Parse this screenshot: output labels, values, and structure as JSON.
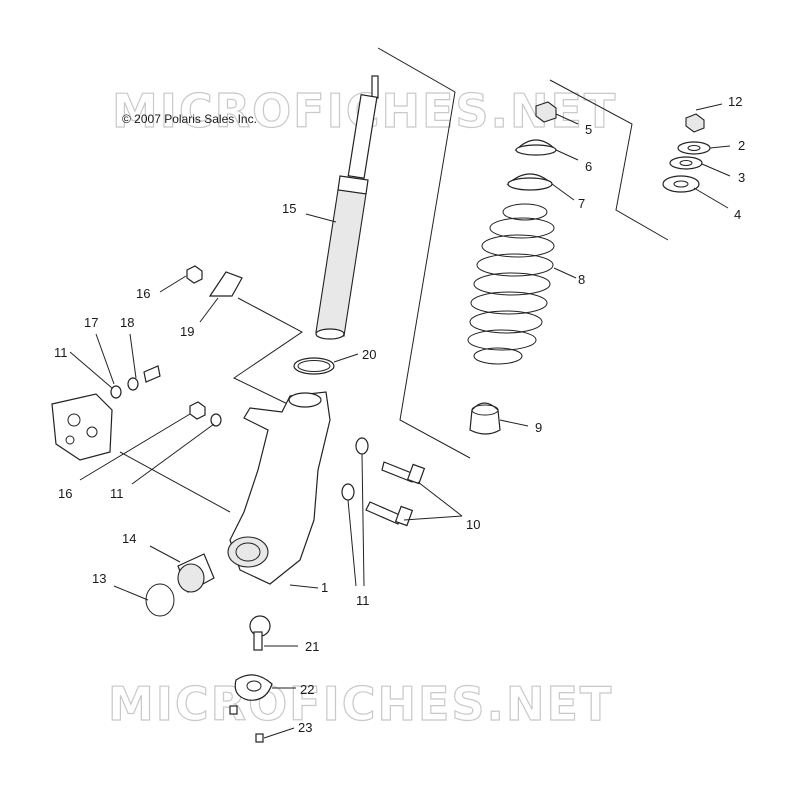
{
  "copyright": "© 2007 Polaris Sales Inc.",
  "watermark": "MICROFICHES.NET",
  "callouts": {
    "c1": "1",
    "c2": "2",
    "c3": "3",
    "c4": "4",
    "c5": "5",
    "c6": "6",
    "c7": "7",
    "c8": "8",
    "c9": "9",
    "c10": "10",
    "c11a": "11",
    "c11b": "11",
    "c11c": "11",
    "c12": "12",
    "c13": "13",
    "c14": "14",
    "c15": "15",
    "c16a": "16",
    "c16b": "16",
    "c17": "17",
    "c18": "18",
    "c19": "19",
    "c20": "20",
    "c21": "21",
    "c22": "22",
    "c23": "23"
  }
}
